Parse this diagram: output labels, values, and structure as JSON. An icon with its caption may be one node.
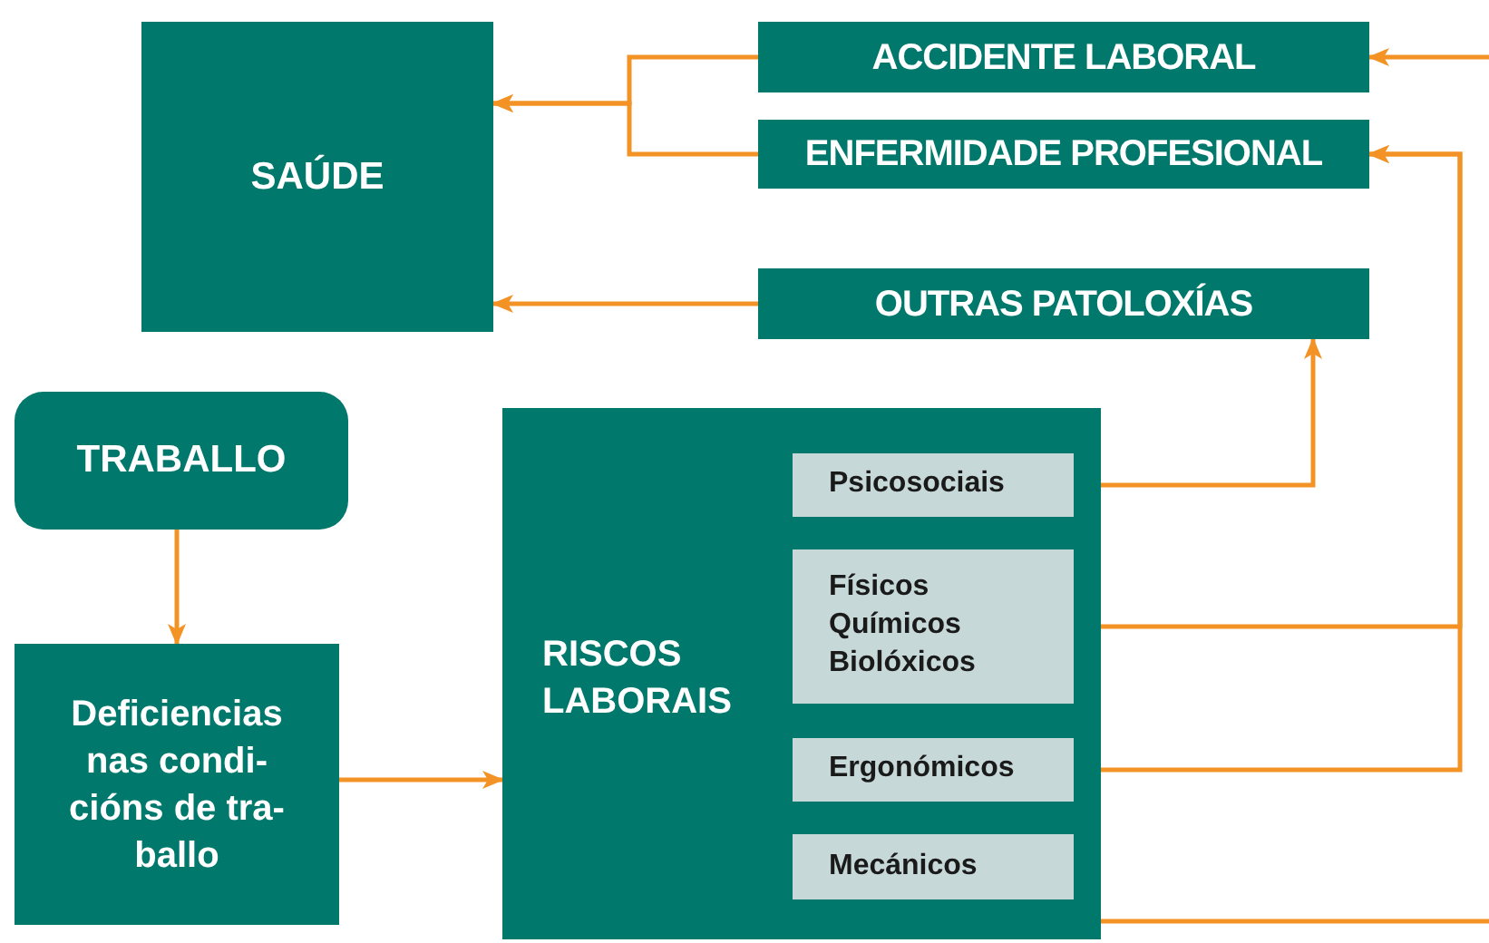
{
  "diagram": {
    "nodes": [
      {
        "text": [
          "SAÚDE"
        ]
      },
      {
        "text": [
          "ACCIDENTE LABORAL"
        ]
      },
      {
        "text": [
          "ENFERMIDADE PROFESIONAL"
        ]
      },
      {
        "text": [
          "OUTRAS PATOLOXÍAS"
        ]
      },
      {
        "text": [
          "TRABALLO"
        ]
      },
      {
        "text": [
          "Deficiencias nas condi- cións de tra- ballo"
        ]
      },
      {
        "text": [
          "RISCOS LABORAIS"
        ]
      },
      {
        "text": [
          "Psicosociais"
        ],
        "in": 6
      },
      {
        "text": [
          "Físicos",
          "Químicos",
          "Biolóxicos"
        ],
        "in": 6
      },
      {
        "text": [
          "Ergonómicos"
        ],
        "in": 6
      },
      {
        "text": [
          "Mecánicos"
        ],
        "in": 6
      }
    ],
    "edges": [
      {
        "from": 1,
        "to": 0,
        "arrow": "to"
      },
      {
        "from": 2,
        "to": 0,
        "arrow": "to"
      },
      {
        "from": 3,
        "to": 0,
        "arrow": "to"
      },
      {
        "from": 4,
        "to": 5,
        "arrow": "to"
      },
      {
        "from": 5,
        "to": 6,
        "arrow": "to"
      },
      {
        "from": 7,
        "to": 3,
        "arrow": "to"
      },
      {
        "from": 8,
        "to": 2,
        "arrow": "to"
      },
      {
        "from": 9,
        "to": 2,
        "arrow": "to"
      },
      {
        "from": null,
        "to": 1,
        "arrow": "to"
      },
      {
        "from": 6,
        "to": null,
        "arrow": "none"
      }
    ]
  }
}
